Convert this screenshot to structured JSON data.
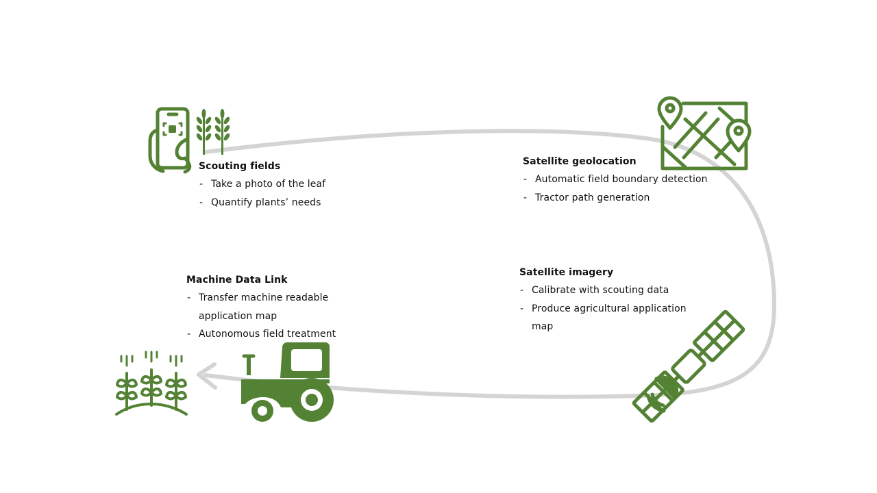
{
  "colors": {
    "icon_green": "#548235",
    "arrow_gray": "#d4d4d4",
    "text": "#111111"
  },
  "icons": {
    "scouting": [
      "phone-in-hand-icon",
      "wheat-icon"
    ],
    "geolocation": "map-with-pins-icon",
    "imagery": "satellite-icon",
    "machine": "tractor-icon",
    "crops": "crop-field-icon",
    "cycle": "cycle-arrow-icon"
  },
  "steps": {
    "scouting": {
      "title": "Scouting fields",
      "items": [
        "Take a photo of the leaf",
        "Quantify plants’ needs"
      ]
    },
    "geolocation": {
      "title": "Satellite geolocation",
      "items": [
        "Automatic field boundary detection",
        "Tractor path generation"
      ]
    },
    "imagery": {
      "title": "Satellite imagery",
      "items": [
        "Calibrate with scouting data",
        "Produce agricultural application map"
      ]
    },
    "machine": {
      "title": "Machine Data Link",
      "items": [
        "Transfer machine readable application map",
        "Autonomous field treatment"
      ]
    }
  },
  "bullet": "-"
}
